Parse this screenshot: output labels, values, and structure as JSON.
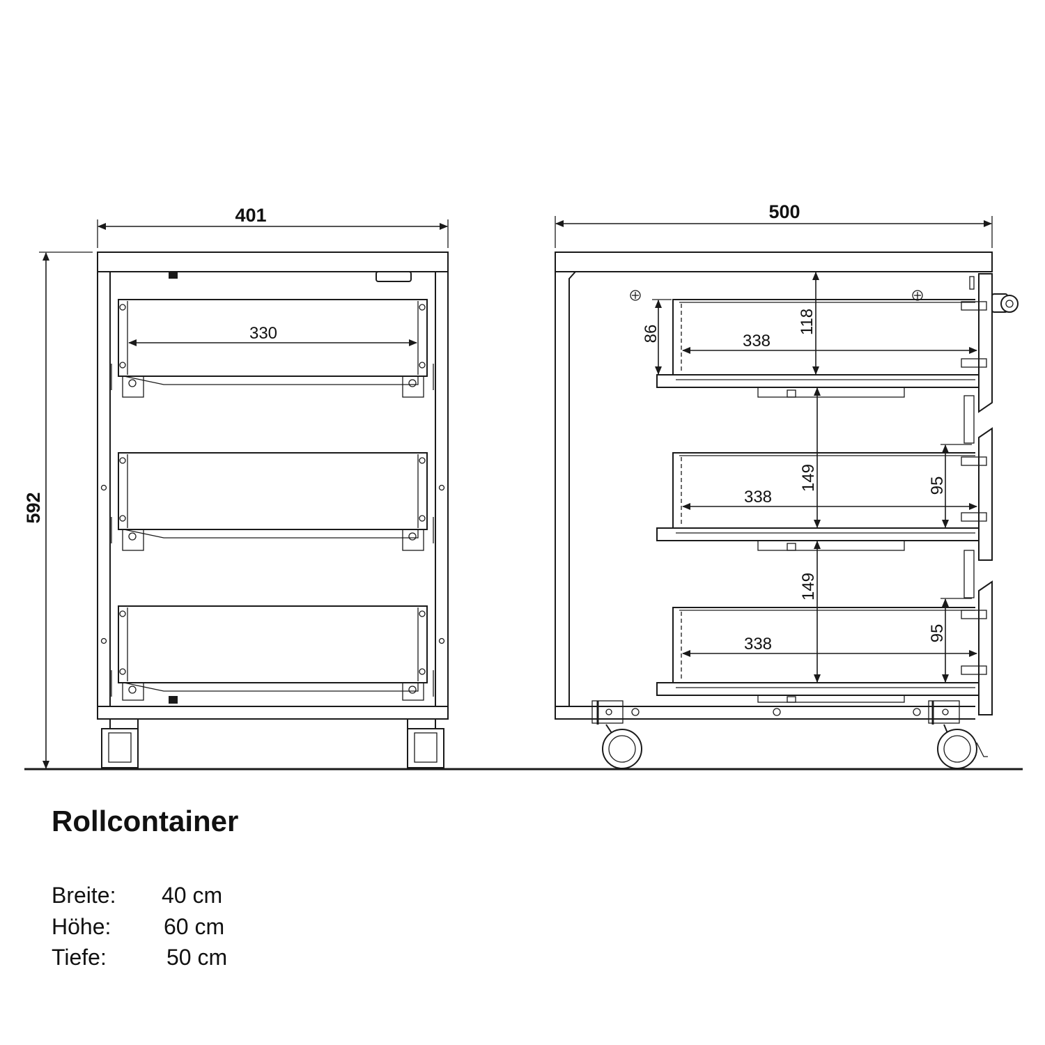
{
  "dimensions": {
    "front_width": "401",
    "side_depth": "500",
    "height": "592",
    "drawer_inner_width": "330",
    "drawer_depth_1": "338",
    "drawer_depth_2": "338",
    "drawer_depth_3": "338",
    "drawer_height_top": "86",
    "drawer_gap_top": "118",
    "drawer_gap_middle": "149",
    "drawer_gap_bottom": "149",
    "drawer_height_middle": "95",
    "drawer_height_bottom": "95"
  },
  "title": "Rollcontainer",
  "specs": [
    {
      "label": "Breite:",
      "value": "40 cm"
    },
    {
      "label": "Höhe:",
      "value": "60 cm"
    },
    {
      "label": "Tiefe:",
      "value": "50 cm"
    }
  ]
}
